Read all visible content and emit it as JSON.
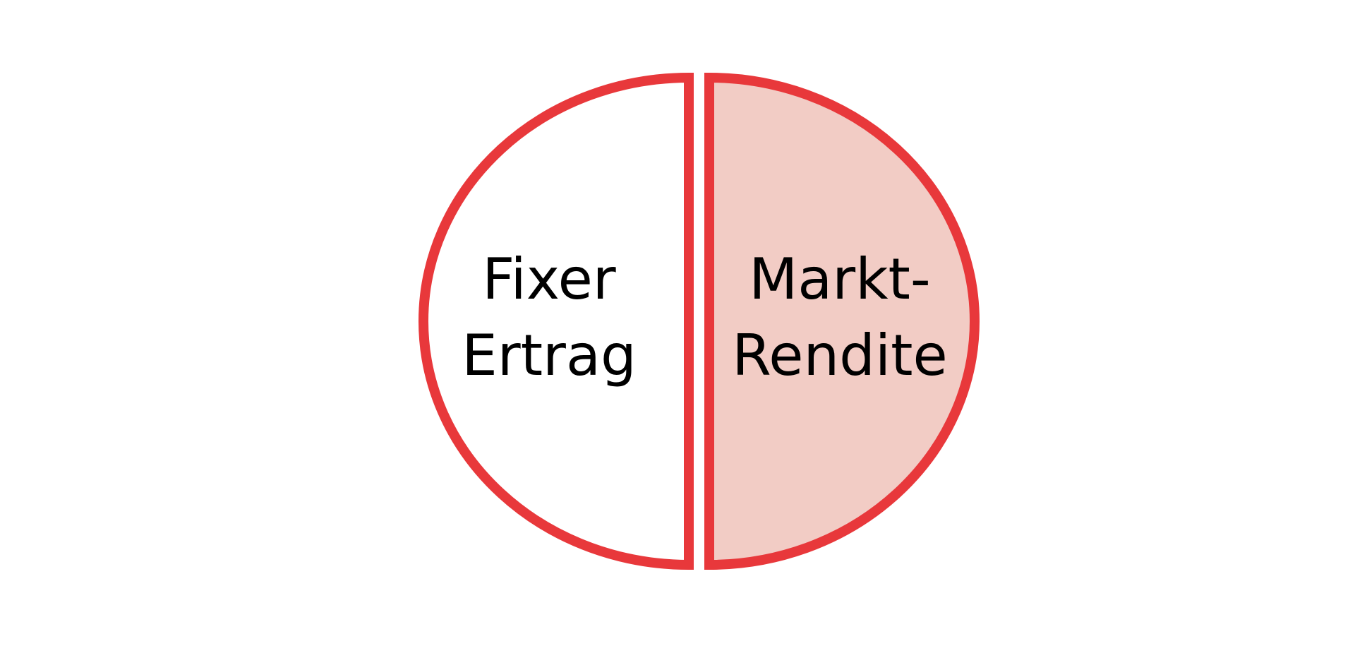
{
  "diagram": {
    "left_half": {
      "line1": "Fixer",
      "line2": "Ertrag",
      "fill_color": "#ffffff"
    },
    "right_half": {
      "line1": "Markt-",
      "line2": "Rendite",
      "fill_color": "#f2ccc5"
    },
    "outline_color": "#e8383b"
  }
}
